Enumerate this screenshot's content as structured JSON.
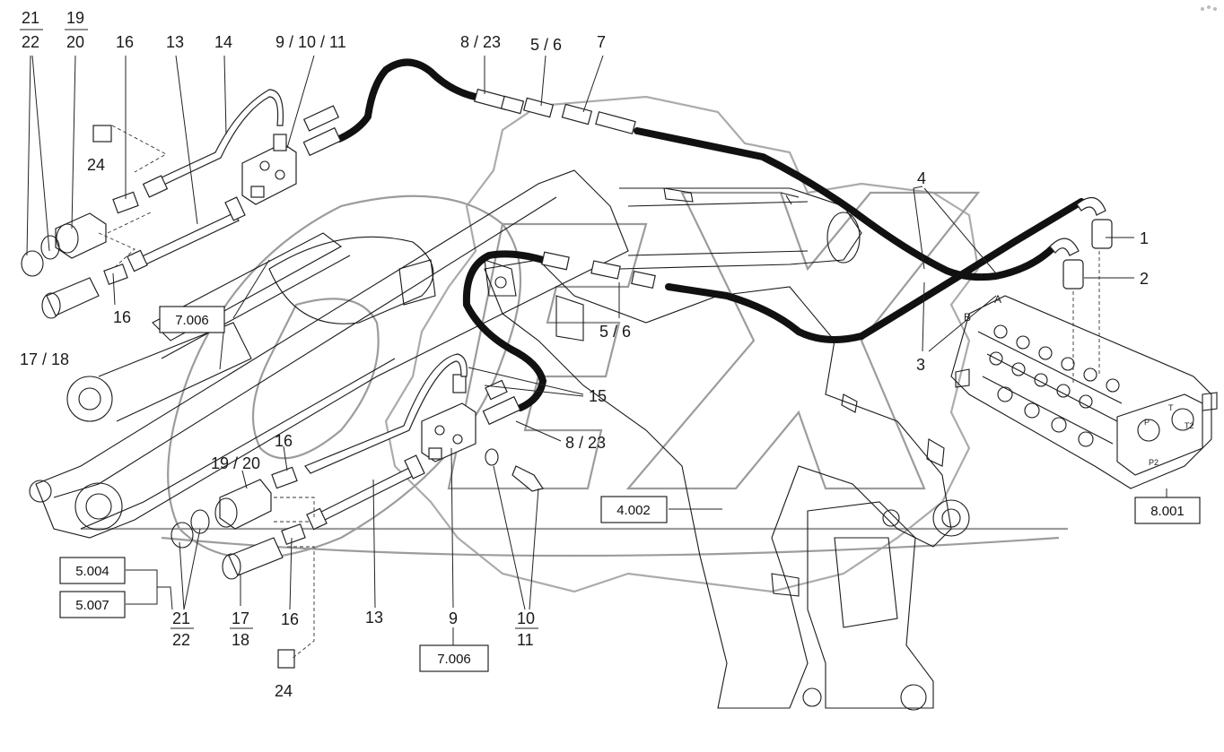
{
  "diagram": {
    "part_labels": {
      "p21_22_top_a": "21",
      "p21_22_top_b": "22",
      "p19_20_top_a": "19",
      "p19_20_top_b": "20",
      "p16_top": "16",
      "p13_top": "13",
      "p14": "14",
      "p9_10_11": "9 / 10 / 11",
      "p8_23_top": "8 / 23",
      "p5_6_top": "5 / 6",
      "p7": "7",
      "p24_top": "24",
      "p16_mid": "16",
      "p17_18_top": "17 / 18",
      "p4": "4",
      "p1": "1",
      "p2": "2",
      "p3": "3",
      "valve_a": "A",
      "valve_b": "B",
      "p5_6_mid": "5 / 6",
      "p15": "15",
      "p8_23_mid": "8 / 23",
      "p16_low": "16",
      "p19_20_low": "19 / 20",
      "p21_22_low_a": "21",
      "p21_22_low_b": "22",
      "p17_18_low_a": "17",
      "p17_18_low_b": "18",
      "p16_bottom": "16",
      "p13_bottom": "13",
      "p9_bottom": "9",
      "p10_11_a": "10",
      "p10_11_b": "11",
      "p24_bottom": "24",
      "valve_p": "P",
      "valve_t": "T",
      "valve_t2": "T2",
      "valve_p2": "P2"
    },
    "ref_boxes": {
      "ref_7006_upper": "7.006",
      "ref_4002": "4.002",
      "ref_8001": "8.001",
      "ref_5004": "5.004",
      "ref_5007": "5.007",
      "ref_7006_lower": "7.006"
    }
  }
}
